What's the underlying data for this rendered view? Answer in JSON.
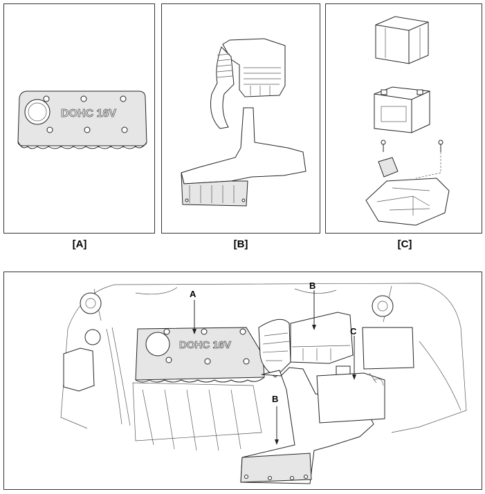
{
  "panels": {
    "a": {
      "caption": "[A]",
      "embossing": "DOHC 16V"
    },
    "b": {
      "caption": "[B]"
    },
    "c": {
      "caption": "[C]"
    }
  },
  "overview": {
    "callouts": {
      "a": "A",
      "b_top": "B",
      "b_bottom": "B",
      "c": "C"
    },
    "embossing": "DOHC 16V"
  }
}
